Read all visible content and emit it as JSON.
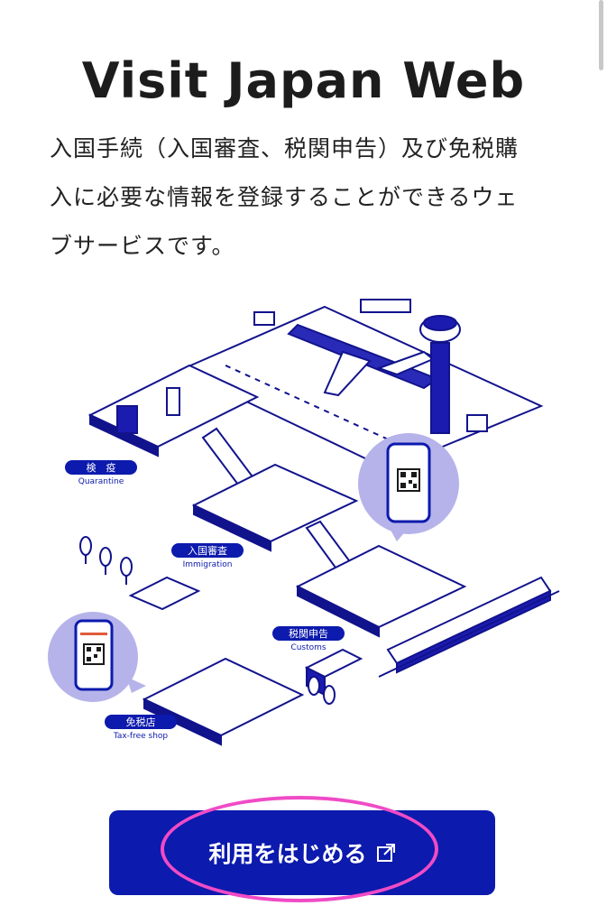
{
  "header": {
    "title": "Visit Japan Web"
  },
  "intro": {
    "line1": "入国手続（入国審査、税関申告）及び免税購",
    "line2": "入に必要な情報を登録することができるウェ",
    "line3": "ブサービスです。"
  },
  "illustration": {
    "quarantine_jp": "検　疫",
    "quarantine_en": "Quarantine",
    "immigration_jp": "入国審査",
    "immigration_en": "Immigration",
    "customs_jp": "税関申告",
    "customs_en": "Customs",
    "taxfree_jp": "免税店",
    "taxfree_en": "Tax-free shop"
  },
  "cta": {
    "label": "利用をはじめる",
    "icon": "external-link-icon"
  },
  "colors": {
    "brand": "#0c1aad",
    "accent_light": "#b6b3ea",
    "highlight": "#f04bc6"
  }
}
